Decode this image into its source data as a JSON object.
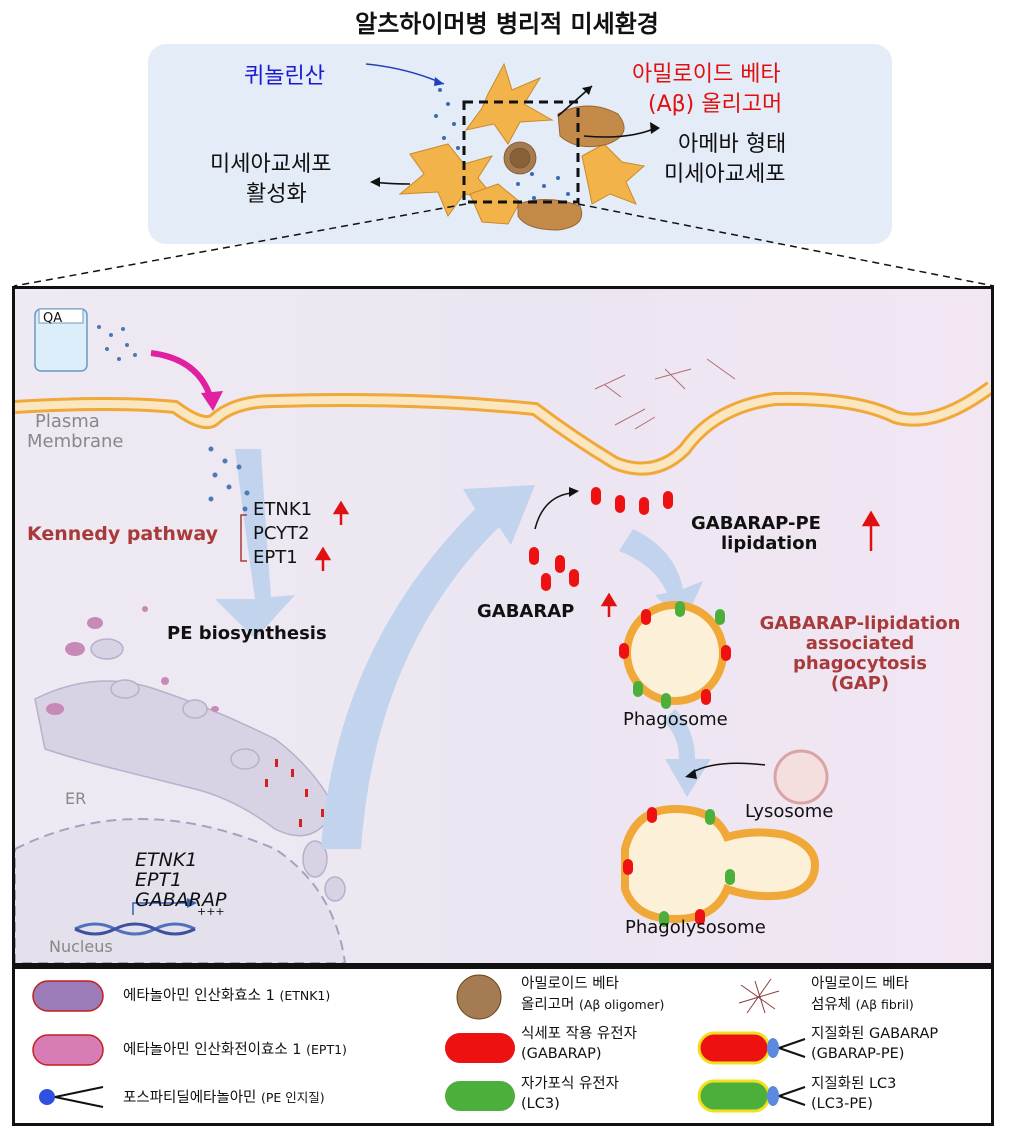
{
  "title": "알츠하이머병 병리적 미세환경",
  "top": {
    "quinolinic_acid": "퀴놀린산",
    "abeta_oligomer_line1": "아밀로이드 베타",
    "abeta_oligomer_line2": "(Aβ) 올리고머",
    "amoeboid_line1": "아메바 형태",
    "amoeboid_line2": "미세아교세포",
    "activation_line1": "미세아교세포",
    "activation_line2": "활성화"
  },
  "main": {
    "qa_label": "QA",
    "plasma_line1": "Plasma",
    "plasma_line2": "Membrane",
    "kennedy": "Kennedy pathway",
    "genes": [
      "ETNK1",
      "PCYT2",
      "EPT1"
    ],
    "pe_biosynthesis": "PE biosynthesis",
    "er": "ER",
    "nucleus": "Nucleus",
    "nucleus_genes": [
      "ETNK1",
      "EPT1",
      "GABARAP"
    ],
    "plus": "+++",
    "gabarap": "GABARAP",
    "lipidation_line1": "GABARAP-PE",
    "lipidation_line2": "lipidation",
    "gap_line1": "GABARAP-lipidation",
    "gap_line2": "associated",
    "gap_line3": "phagocytosis",
    "gap_line4": "(GAP)",
    "phagosome": "Phagosome",
    "lysosome": "Lysosome",
    "phagolysosome": "Phagolysosome"
  },
  "legend": {
    "etnk1": {
      "main": "에타놀아민 인산화효소 1 ",
      "note": "(ETNK1)"
    },
    "ept1": {
      "main": "에타놀아민 인산화전이효소 1 ",
      "note": "(EPT1)"
    },
    "pe": {
      "main": "포스파티딜에타놀아민 ",
      "note": "(PE 인지질)"
    },
    "oligomer": {
      "line1": "아밀로이드 베타",
      "line2": "올리고머 ",
      "note": "(Aβ oligomer)"
    },
    "gabarap": {
      "line1": "식세포 작용 유전자",
      "line2": "(GABARAP)"
    },
    "lc3": {
      "line1": "자가포식 유전자",
      "line2": "(LC3)"
    },
    "fibril": {
      "line1": "아밀로이드 베타",
      "line2": "섬유체 ",
      "note": "(Aβ fibril)"
    },
    "gabarap_pe": {
      "line1": "지질화된 GABARAP",
      "line2": "(GBARAP-PE)"
    },
    "lc3_pe": {
      "line1": "지질화된 LC3",
      "line2": "(LC3-PE)"
    }
  },
  "colors": {
    "red_text": "#e01010",
    "blue_text": "#1a1ad0",
    "brown_text": "#a83a3a",
    "etnk1": "#9b7bb8",
    "ept1": "#d77cb4",
    "gabarap": "#ee1111",
    "lc3": "#4caf3c",
    "membrane": "#f0a838",
    "microglia": "#f2b44a",
    "arrow_fill": "#bfd2ee"
  }
}
